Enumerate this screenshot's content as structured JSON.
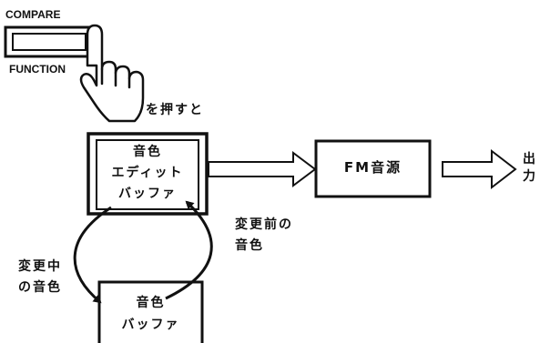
{
  "button": {
    "top_label": "COMPARE",
    "bottom_label": "FUNCTION"
  },
  "press_caption": "を押すと",
  "edit_buffer": {
    "line1": "音色",
    "line2": "エディット",
    "line3": "バッファ"
  },
  "fm_source": {
    "label": "FM音源"
  },
  "output": {
    "char1": "出",
    "char2": "力"
  },
  "before_change": {
    "line1": "変更前の",
    "line2": "音色"
  },
  "during_change": {
    "line1": "変更中",
    "line2": "の音色"
  },
  "voice_buffer": {
    "line1": "音色",
    "line2": "バッファ"
  },
  "colors": {
    "ink": "#111111",
    "background": "#ffffff"
  }
}
